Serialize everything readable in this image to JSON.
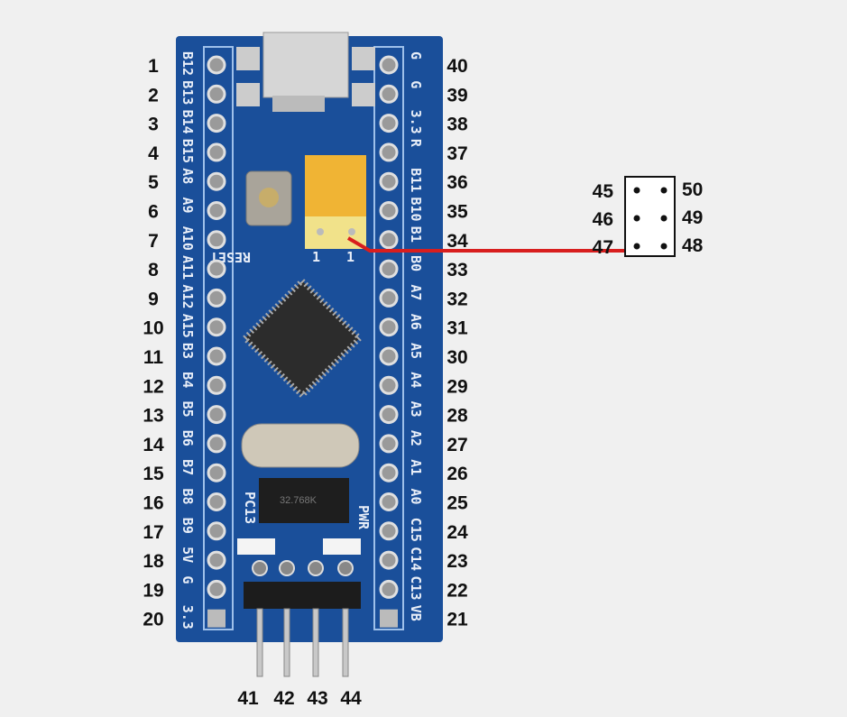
{
  "board": {
    "left_pins": [
      {
        "num": "1",
        "label": "B12"
      },
      {
        "num": "2",
        "label": "B13"
      },
      {
        "num": "3",
        "label": "B14"
      },
      {
        "num": "4",
        "label": "B15"
      },
      {
        "num": "5",
        "label": "A8"
      },
      {
        "num": "6",
        "label": "A9"
      },
      {
        "num": "7",
        "label": "A10"
      },
      {
        "num": "8",
        "label": "A11"
      },
      {
        "num": "9",
        "label": "A12"
      },
      {
        "num": "10",
        "label": "A15"
      },
      {
        "num": "11",
        "label": "B3"
      },
      {
        "num": "12",
        "label": "B4"
      },
      {
        "num": "13",
        "label": "B5"
      },
      {
        "num": "14",
        "label": "B6"
      },
      {
        "num": "15",
        "label": "B7"
      },
      {
        "num": "16",
        "label": "B8"
      },
      {
        "num": "17",
        "label": "B9"
      },
      {
        "num": "18",
        "label": "5V"
      },
      {
        "num": "19",
        "label": "G"
      },
      {
        "num": "20",
        "label": "3.3"
      }
    ],
    "right_pins": [
      {
        "num": "40",
        "label": "G"
      },
      {
        "num": "39",
        "label": "G"
      },
      {
        "num": "38",
        "label": "3.3"
      },
      {
        "num": "37",
        "label": "R"
      },
      {
        "num": "36",
        "label": "B11"
      },
      {
        "num": "35",
        "label": "B10"
      },
      {
        "num": "34",
        "label": "B1"
      },
      {
        "num": "33",
        "label": "B0"
      },
      {
        "num": "32",
        "label": "A7"
      },
      {
        "num": "31",
        "label": "A6"
      },
      {
        "num": "30",
        "label": "A5"
      },
      {
        "num": "29",
        "label": "A4"
      },
      {
        "num": "28",
        "label": "A3"
      },
      {
        "num": "27",
        "label": "A2"
      },
      {
        "num": "26",
        "label": "A1"
      },
      {
        "num": "25",
        "label": "A0"
      },
      {
        "num": "24",
        "label": "C15"
      },
      {
        "num": "23",
        "label": "C14"
      },
      {
        "num": "22",
        "label": "C13"
      },
      {
        "num": "21",
        "label": "VB"
      }
    ],
    "bottom_pins": [
      "41",
      "42",
      "43",
      "44"
    ],
    "reset_label": "RESET",
    "led_labels": [
      "PC13",
      "PWR"
    ],
    "crystal_marking": "32.768K",
    "jumper_labels": [
      "1",
      "1"
    ]
  },
  "boot_header": {
    "left_numbers": [
      "45",
      "46",
      "47"
    ],
    "right_numbers": [
      "50",
      "49",
      "48"
    ]
  },
  "colors": {
    "board": "#1a4f9a",
    "wire": "#d81e1e",
    "background": "#f0f0f0"
  }
}
